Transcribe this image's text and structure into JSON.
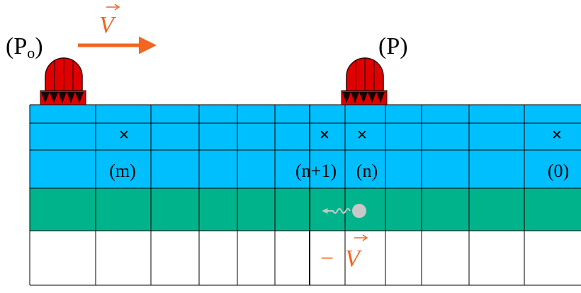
{
  "colors": {
    "upper_band": "#00BFFF",
    "lower_band": "#00B38A",
    "bottom_band": "#FFFFFF",
    "grid_line": "#000000",
    "arrow_orange": "#F26522",
    "pulse_red": "#E00000",
    "pulse_dark": "#330000",
    "photon_gray": "#C8C8C8"
  },
  "labels": {
    "p0": "(P",
    "p0_sub": "o",
    "p0_close": ")",
    "p": "(P)",
    "velocity": "V",
    "neg_velocity_sign": "−",
    "neg_velocity": "V"
  },
  "cells": [
    {
      "label": "(m)",
      "marker": "×"
    },
    {
      "label": "(n+1)",
      "marker": "×"
    },
    {
      "label": "(n)",
      "marker": "×"
    },
    {
      "label": "(0)",
      "marker": "×"
    }
  ],
  "icons": {
    "pulse_left": "rounded-pulse-icon",
    "pulse_right": "rounded-pulse-icon",
    "photon": "wavy-photon-icon"
  }
}
